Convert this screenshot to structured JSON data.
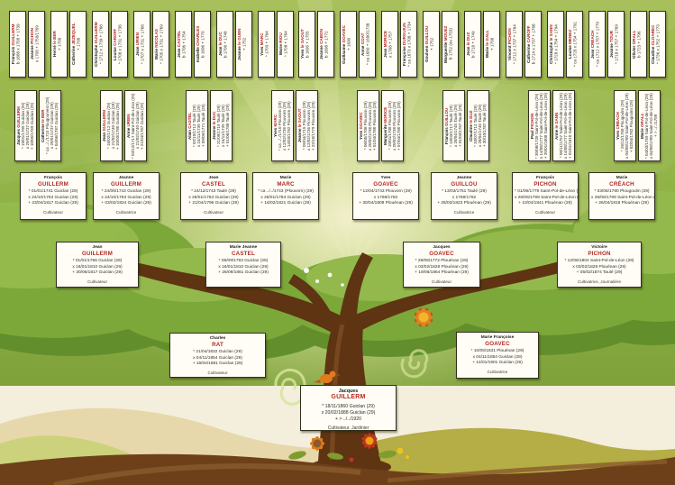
{
  "colors": {
    "surname_red": "#b02a25",
    "canopy_green": "#7ca83a",
    "trunk_brown": "#5e3413",
    "flower_orange": "#e08122",
    "ground_brown": "#6d4019"
  },
  "gen5_pairs": [
    {
      "h": {
        "given": "François",
        "surname": "GUILLERM",
        "dates": "b 1688 x 1708 + 1739"
      },
      "w": {
        "given": "Jeanne",
        "surname": "PICHON",
        "dates": "x 1708 + 1750/1769"
      }
    },
    {
      "h": {
        "given": "Hervé",
        "surname": "le BER",
        "dates": "+ 1708"
      },
      "w": {
        "given": "Catherine",
        "surname": "JEZEQUEL",
        "dates": "+ 1708"
      }
    },
    {
      "h": {
        "given": "Christophe",
        "surname": "GUILLERM",
        "dates": "* 1712 x 1739 + 1768"
      },
      "w": {
        "given": "Louise",
        "surname": "CAROFF",
        "dates": "* 1708 x 1731 + 1736"
      }
    },
    {
      "h": {
        "given": "Jean",
        "surname": "URIEN",
        "dates": "* 1707 x 1731 + 1768"
      },
      "w": {
        "given": "Marie",
        "surname": "NICOLAS",
        "dates": "* 1705 x 1731 + 1769"
      }
    },
    {
      "h": {
        "given": "Jean",
        "surname": "CASTEL",
        "dates": "b 1706 + 1754"
      },
      "w": {
        "given": "Isabelle",
        "surname": "CHARLES",
        "dates": "b 1696 + 1770"
      }
    },
    {
      "h": {
        "given": "Jean",
        "surname": "le DUC",
        "dates": "b 1708 + 1748"
      },
      "w": {
        "given": "Jeanne",
        "surname": "le GUEN",
        "dates": "+ 1752"
      }
    },
    {
      "h": {
        "given": "Yves",
        "surname": "MARC",
        "dates": "* 1703 + 1764"
      },
      "w": {
        "given": "Marie",
        "surname": "RIOU",
        "dates": "* 1708 + 1764"
      }
    },
    {
      "h": {
        "given": "Yves",
        "surname": "le SAOUT",
        "dates": "b 1695 + 1755"
      },
      "w": {
        "given": "Jeanne",
        "surname": "CABON",
        "dates": "b 1698 + 1772"
      }
    },
    {
      "h": {
        "given": "Guillaume",
        "surname": "GOAVEC",
        "dates": "+ 1690"
      },
      "w": {
        "given": "Anne",
        "surname": "COAT",
        "dates": "* ca 1680 + 1690/1738"
      }
    },
    {
      "h": {
        "given": "Jean",
        "surname": "MORICE",
        "dates": "x 1708 + 1757"
      },
      "w": {
        "given": "Françoise",
        "surname": "DURGUIUN",
        "dates": "* ca 1673 x 1708 + 1734"
      }
    },
    {
      "h": {
        "given": "Goulven",
        "surname": "GUILLOU",
        "dates": "+ 1752"
      },
      "w": {
        "given": "Marguerite",
        "surname": "MOUEZ",
        "dates": "b 1752 (ou 1753)"
      }
    },
    {
      "h": {
        "given": "Jean",
        "surname": "le DUZ",
        "dates": "b 1718 + 1749"
      },
      "w": {
        "given": "Marie",
        "surname": "le GALL",
        "dates": "+ 1708"
      }
    },
    {
      "h": {
        "given": "Vincent",
        "surname": "PICHON",
        "dates": "* 1712 x 1737 + 1764"
      },
      "w": {
        "given": "Catherine",
        "surname": "CAROFF",
        "dates": "b 1714 x 1737 + 1788"
      }
    },
    {
      "h": {
        "given": "Christophe",
        "surname": "le SANN",
        "dates": "* 1728 x 1754 + 1794"
      },
      "w": {
        "given": "Louise",
        "surname": "MENEZ",
        "dates": "* ca 1728 x 1754 + 1791"
      }
    },
    {
      "h": {
        "given": "Jean",
        "surname": "CRÉACH",
        "dates": "* ca 1712 x 1757 + 1779"
      },
      "w": {
        "given": "Jeanne",
        "surname": "TOUR",
        "dates": "* 1718 x 1757 + 1769"
      }
    },
    {
      "h": {
        "given": "Olivier",
        "surname": "GRALL",
        "dates": "b 1723 + 1796"
      },
      "w": {
        "given": "Claudine",
        "surname": "CLOAREC",
        "dates": "* 1736 x 1752 + 1773"
      }
    }
  ],
  "gen4": [
    {
      "given": "Jacques",
      "surname": "GUILLERM",
      "b": "* 19/01/1709 Guiclan (29)",
      "m": "x 29/01/1737 Guiclan (29)",
      "d": "+ 18/05/1769 Guiclan (29)"
    },
    {
      "given": "Catherine",
      "surname": "le BER",
      "b": "* ca ../../1715 Plougourvest (29)",
      "m": "x 29/01/1737 Guiclan (29)",
      "d": "+ 04/06/1787 Guiclan (29)"
    },
    {
      "given": "Jean",
      "surname": "GUILLERM",
      "b": "* 16/02/1712 Guiclan (29)",
      "m": "x 21/02/1740 Guiclan (29)",
      "d": "+ 10/03/1780 Guiclan (29)"
    },
    {
      "given": "Anne",
      "surname": "URIEN",
      "b": "* 03/12/1717 Saint-Pol-de-Léon (29)",
      "m": "x 21/02/1740 Guiclan (29)",
      "d": "+ 21/04/1787 Guiclan (29)"
    },
    {
      "given": "Alain",
      "surname": "CASTEL",
      "b": "* 02/10/1713 Taulé (29)",
      "m": "x 24/11/1739 Taulé (29)",
      "d": "+ 09/05/1771 Taulé (29)"
    },
    {
      "given": "Jeanne",
      "surname": "le DUC",
      "b": "* 21/09/1719 Taulé (29)",
      "m": "x 24/11/1739 Taulé (29)",
      "d": "+ 01/06/1788 Taulé (29)"
    },
    {
      "given": "Yves",
      "surname": "MARC",
      "b": "* ca ../../1710 Plouvorn (29)",
      "m": "x 12/02/1736 Plouvorn (29)",
      "d": "+ 14/03/1782 Plouvorn (29)"
    },
    {
      "given": "Jeanne",
      "surname": "le SAOUT",
      "b": "* 05/04/1715 Plouvorn (29)",
      "m": "x 12/02/1736 Plouvorn (29)",
      "d": "+ 22/10/1779 Plouvorn (29)"
    },
    {
      "given": "Yves",
      "surname": "GOAVEC",
      "b": "* 06/05/1708 Plouvorn (29)",
      "m": "x 20/02/1738 Plouvorn (29)",
      "d": "+ 01/04/1780 Plouvorn (29)"
    },
    {
      "given": "Marguerite",
      "surname": "MORICE",
      "b": "* 10/01/1708 Plouvorn (29)",
      "m": "x 20/02/1738 Plouvorn (29)",
      "d": "+ 07/04/1780 Plouvorn (29)"
    },
    {
      "given": "François",
      "surname": "GUILLOU",
      "b": "* 19/03/1717 Taulé (29)",
      "m": "x 28/04/1745 Taulé (29)",
      "d": "+ 01/03/1767 Taulé (29)"
    },
    {
      "given": "Claudine",
      "surname": "le DUZ",
      "b": "* 10/07/1713 Taulé (29)",
      "m": "x 28/04/1745 Taulé (29)",
      "d": "+ 30/10/1787 Taulé (29)"
    },
    {
      "given": "Paul",
      "surname": "PICHON",
      "b": "* 30/08/1739 Saint-Pol-de-Léon (29)",
      "m": "x 14/08/1777 Saint-Pol-de-Léon (29)",
      "d": "+ 20/01/1808 Saint-Pol-de-Léon (29)"
    },
    {
      "given": "Anne",
      "surname": "le SANN",
      "b": "* 06/11/1757 Saint-Pol-de-Léon (29)",
      "m": "x 14/08/1777 Saint-Pol-de-Léon (29)",
      "d": "+ 01/01/1810 Saint-Pol-de-Léon (29)"
    },
    {
      "given": "Yves",
      "surname": "CRÉACH",
      "b": "* 26/12/1758 Plougoulm (29)",
      "m": "x 04/08/1780 Saint-Pol-de-Léon (29)",
      "d": "+ 02/04/1782 Plougoulm (29)"
    },
    {
      "given": "Marie",
      "surname": "GRALL",
      "b": "* 04/03/1759 Saint-Pol-de-Léon (29)",
      "m": "x 04/08/1780 Saint-Pol-de-Léon (29)",
      "d": "+ > ../../1789"
    }
  ],
  "gen3": [
    {
      "given": "François",
      "surname": "GUILLERM",
      "b": "* 01/01/1741 Guiclan (29)",
      "m": "x 24/10/1763 Guiclan (29)",
      "d": "+ 23/04/1817 Guiclan (29)",
      "prof": "Cultivateur"
    },
    {
      "given": "Jeanne",
      "surname": "GUILLERM",
      "b": "* 24/06/1742 Guiclan (29)",
      "m": "x 24/10/1763 Guiclan (29)",
      "d": "+ 03/02/1824 Guiclan (29)",
      "prof": "Cultivatrice"
    },
    {
      "given": "Jean",
      "surname": "CASTEL",
      "b": "* 24/12/1743 Taulé (29)",
      "m": "x 28/01/1763 Guiclan (29)",
      "d": "+ 21/04/1796 Guiclan (29)",
      "prof": "Cultivateur"
    },
    {
      "given": "Marie",
      "surname": "MARC",
      "b": "* ca ../../1743 (Plouvorn) (29)",
      "m": "x 28/01/1763 Guiclan (29)",
      "d": "+ 16/02/1821 Guiclan (29)",
      "prof": ""
    },
    {
      "given": "Yves",
      "surname": "GOAVEC",
      "b": "* 12/04/1743 Plouvorn (29)",
      "m": "x 1769/1782",
      "d": "+ 30/04/1808 Plouénan (29)",
      "prof": ""
    },
    {
      "given": "Jeanne",
      "surname": "GUILLOU",
      "b": "* 13/03/1751 Taulé (29)",
      "m": "x 1769/1782",
      "d": "+ 25/03/1823 Plouénan (29)",
      "prof": "Cultivatrice"
    },
    {
      "given": "François",
      "surname": "PICHON",
      "b": "* 01/06/1779 Saint-Pol-de-Léon (29)",
      "m": "x 28/06/1799 Saint-Pol-de-Léon (29)",
      "d": "+ 10/04/1841 Plouénan (29)",
      "prof": "Cultivateur"
    },
    {
      "given": "Marie",
      "surname": "CRÉACH",
      "b": "* 03/06/1780 Plougoulm (29)",
      "m": "x 28/06/1799 Saint-Pol-de-Léon (29)",
      "d": "+ 26/04/1818 Plouénan (29)",
      "prof": ""
    }
  ],
  "gen2": [
    {
      "given": "Jean",
      "surname": "GUILLERM",
      "b": "* 01/01/1766 Guiclan (29)",
      "m": "x 16/01/1810 Guiclan (29)",
      "d": "+ 30/06/1817 Guiclan (29)",
      "prof": "Cultivateur"
    },
    {
      "given": "Marie Jeanne",
      "surname": "CASTEL",
      "b": "* 06/09/1783 Guiclan (29)",
      "m": "x 16/01/1810 Guiclan (29)",
      "d": "+ 26/09/1861 Guiclan (29)",
      "prof": ""
    },
    {
      "given": "Jacques",
      "surname": "GOAVEC",
      "b": "* 28/06/1772 Plouénan (29)",
      "m": "x 03/02/1828 Plouénan (29)",
      "d": "+ 19/06/1864 Plouénan (29)",
      "prof": "Cultivateur"
    },
    {
      "given": "Victoire",
      "surname": "PICHON",
      "b": "* 12/06/1804 Saint-Pol-de-Léon (29)",
      "m": "x 03/02/1828 Plouénan (29)",
      "d": "+ 05/02/1874 Taulé (29)",
      "prof": "Cultivatrice, Journalière"
    }
  ],
  "gen1": [
    {
      "given": "Charles",
      "surname": "RAT",
      "b": "* 21/04/1832 Guiclan (29)",
      "m": "x 04/11/1854 Guiclan (29)",
      "d": "+ 16/04/1881 Guiclan (29)",
      "prof": "Cultivateur"
    },
    {
      "given": "Marie Françoise",
      "surname": "GOAVEC",
      "b": "* 10/06/1831 Plouénan (29)",
      "m": "x 04/11/1854 Guiclan (29)",
      "d": "+ 14/01/1901 Guiclan (29)",
      "prof": "Cultivatrice"
    }
  ],
  "root": {
    "given": "Jacques",
    "surname": "GUILLERM",
    "b": "* 18/11/1860 Guiclan (29)",
    "m": "x 20/02/1888 Guiclan (29)",
    "d": "+ > ../../1920",
    "prof": "Cultivateur, Jardinier"
  }
}
